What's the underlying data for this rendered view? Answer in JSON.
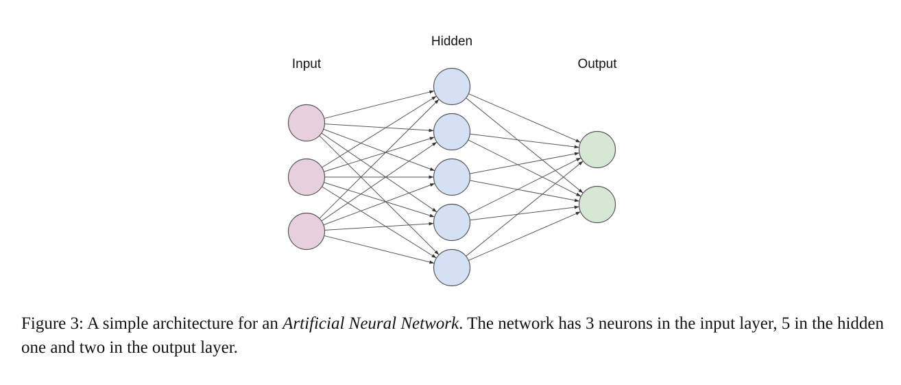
{
  "diagram": {
    "colors": {
      "input": "#e6d0dd",
      "hidden": "#d4e1f4",
      "output": "#d5e8d4",
      "stroke": "#555555"
    },
    "layers": [
      {
        "id": "input",
        "label": "Input",
        "count": 3
      },
      {
        "id": "hidden",
        "label": "Hidden",
        "count": 5
      },
      {
        "id": "output",
        "label": "Output",
        "count": 2
      }
    ],
    "connectivity": "fully-connected"
  },
  "caption": {
    "prefix": "Figure 3:  A simple architecture for an ",
    "emphasis": "Artificial Neural Network",
    "suffix": ".  The network has 3 neurons in the input layer, 5 in the hidden one and two in the output layer."
  }
}
